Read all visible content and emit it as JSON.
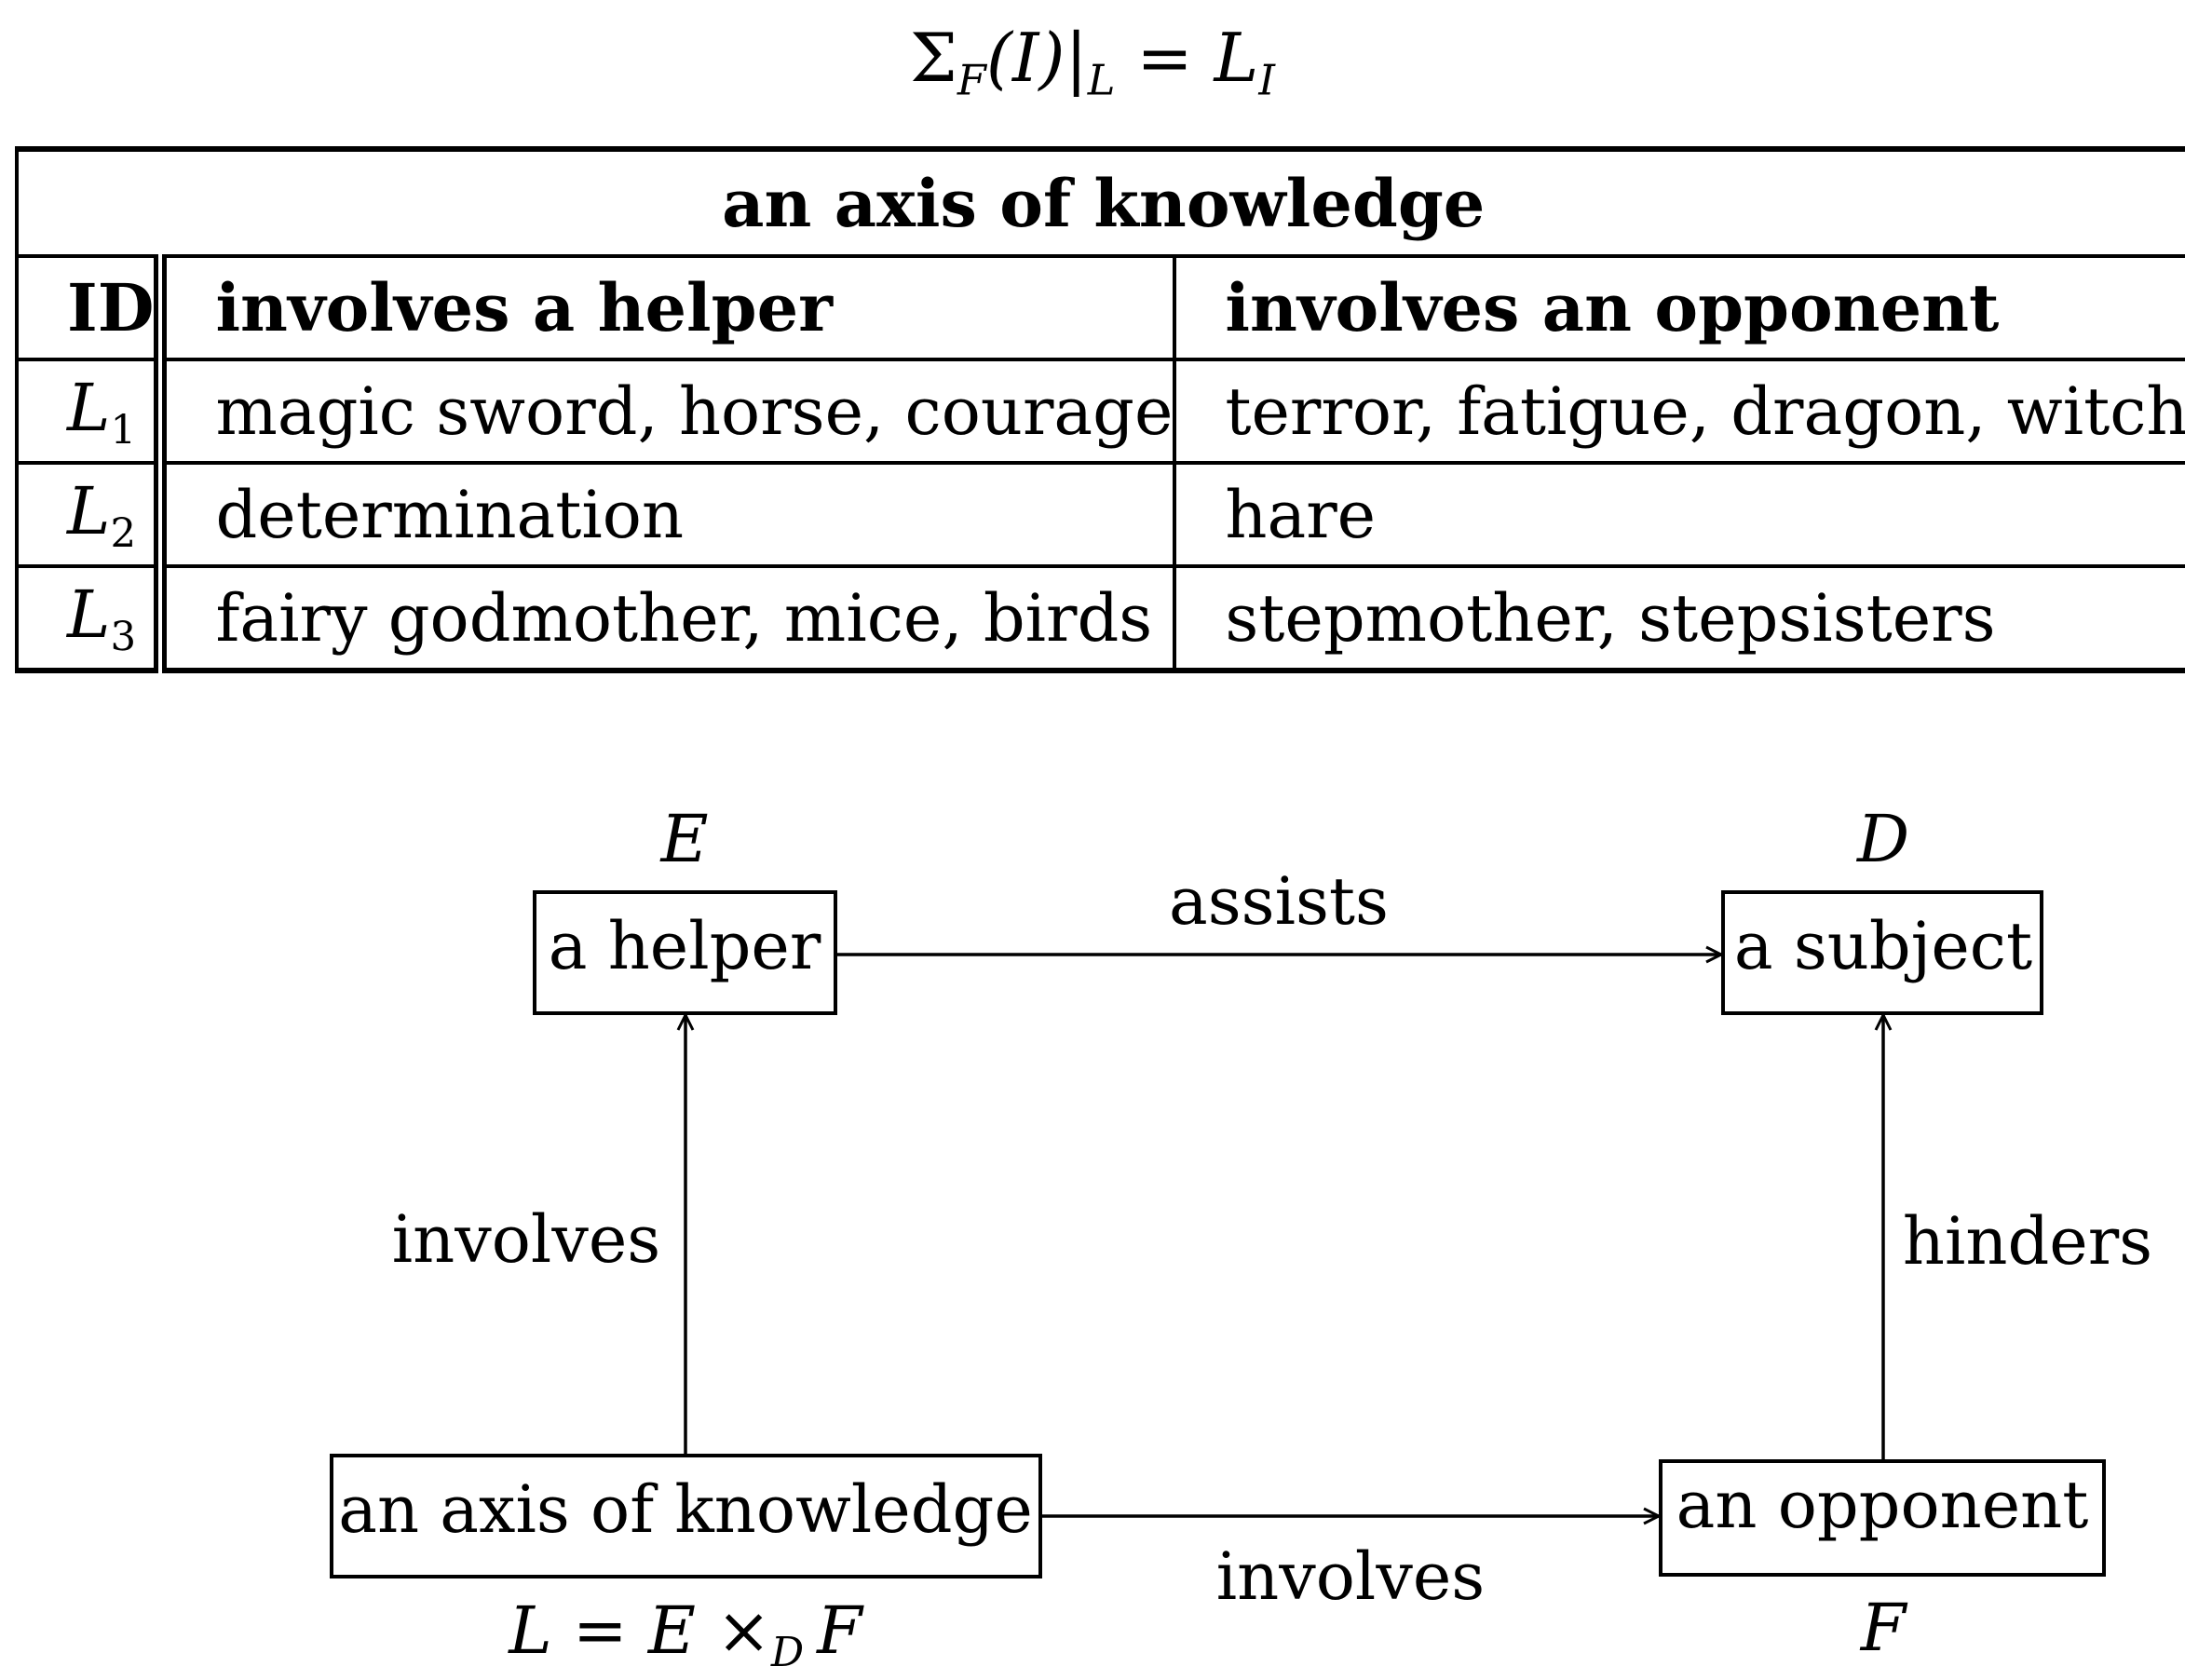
{
  "formula": {
    "sigma": "Σ",
    "sigma_sub": "F",
    "arg": "(I)",
    "restrict": "|",
    "restrict_sub": "L",
    "equals": "=",
    "rhs": "L",
    "rhs_sub": "I"
  },
  "table": {
    "title": "an axis of knowledge",
    "headers": [
      "ID",
      "involves a helper",
      "involves an opponent"
    ],
    "rows": [
      {
        "id": "L",
        "id_sub": "1",
        "helper": "magic sword, horse, courage",
        "opponent": "terror, fatigue, dragon, witch"
      },
      {
        "id": "L",
        "id_sub": "2",
        "helper": "determination",
        "opponent": "hare"
      },
      {
        "id": "L",
        "id_sub": "3",
        "helper": "fairy godmother, mice, birds",
        "opponent": "stepmother, stepsisters"
      }
    ]
  },
  "diagram": {
    "nodes": {
      "helper": {
        "label": "a helper",
        "symbol": "E"
      },
      "subject": {
        "label": "a subject",
        "symbol": "D"
      },
      "axis": {
        "label": "an axis of knowledge",
        "symbol_main": "L = E ×",
        "symbol_sub": "D",
        "symbol_tail": "F"
      },
      "opponent": {
        "label": "an opponent",
        "symbol": "F"
      }
    },
    "edges": {
      "assists": "assists",
      "involves_helper": "involves",
      "involves_opponent": "involves",
      "hinders": "hinders"
    }
  }
}
